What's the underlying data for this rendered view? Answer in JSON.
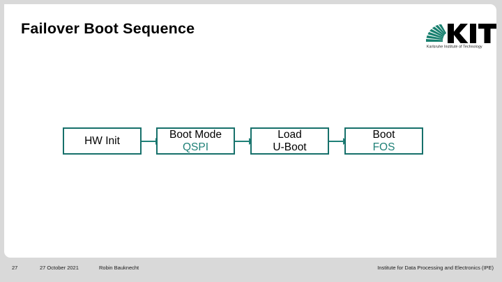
{
  "slide": {
    "title": "Failover Boot Sequence"
  },
  "logo": {
    "name": "kit-logo",
    "wordmark": "KIT",
    "tagline": "Karlsruhe Institute of Technology",
    "fan_color": "#18806f",
    "wordmark_color": "#000000"
  },
  "diagram": {
    "type": "flow",
    "accent_color": "#16706a",
    "secondary_text_color": "#1f8077",
    "boxes": [
      {
        "id": "hw-init",
        "line1": "HW Init",
        "line2": "",
        "line2_color": "none"
      },
      {
        "id": "boot-mode",
        "line1": "Boot Mode",
        "line2": "QSPI",
        "line2_color": "teal"
      },
      {
        "id": "load",
        "line1": "Load",
        "line2": "U-Boot",
        "line2_color": "black"
      },
      {
        "id": "boot",
        "line1": "Boot",
        "line2": "FOS",
        "line2_color": "teal"
      }
    ],
    "connectors": [
      {
        "from": "hw-init",
        "to": "boot-mode"
      },
      {
        "from": "boot-mode",
        "to": "load"
      },
      {
        "from": "load",
        "to": "boot"
      }
    ]
  },
  "footer": {
    "page_number": "27",
    "date": "27 October 2021",
    "author": "Robin Bauknecht",
    "institute": "Institute for Data Processing and Electronics (IPE)"
  }
}
